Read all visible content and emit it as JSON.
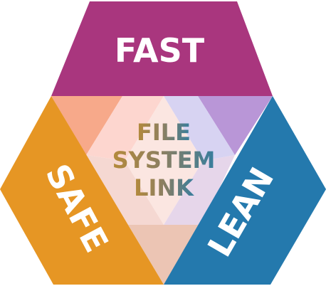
{
  "segments": {
    "top": {
      "label": "FAST",
      "color": "#a9367e"
    },
    "left": {
      "label": "SAFE",
      "color": "#e69624"
    },
    "right": {
      "label": "LEAN",
      "color": "#2479ad"
    }
  },
  "center": {
    "lines": [
      "FILE",
      "SYSTEM",
      "LINK"
    ],
    "gradient": [
      "#b58a3a",
      "#8a7f63",
      "#367d9e"
    ]
  },
  "tints": {
    "top_left": "#f7a98a",
    "top_right": "#b996d7",
    "bottom": "#ecc5b4",
    "center_left": "#fdd6cf",
    "center_right": "#d7d3f2",
    "center_bottom": "#f5d8d2"
  }
}
